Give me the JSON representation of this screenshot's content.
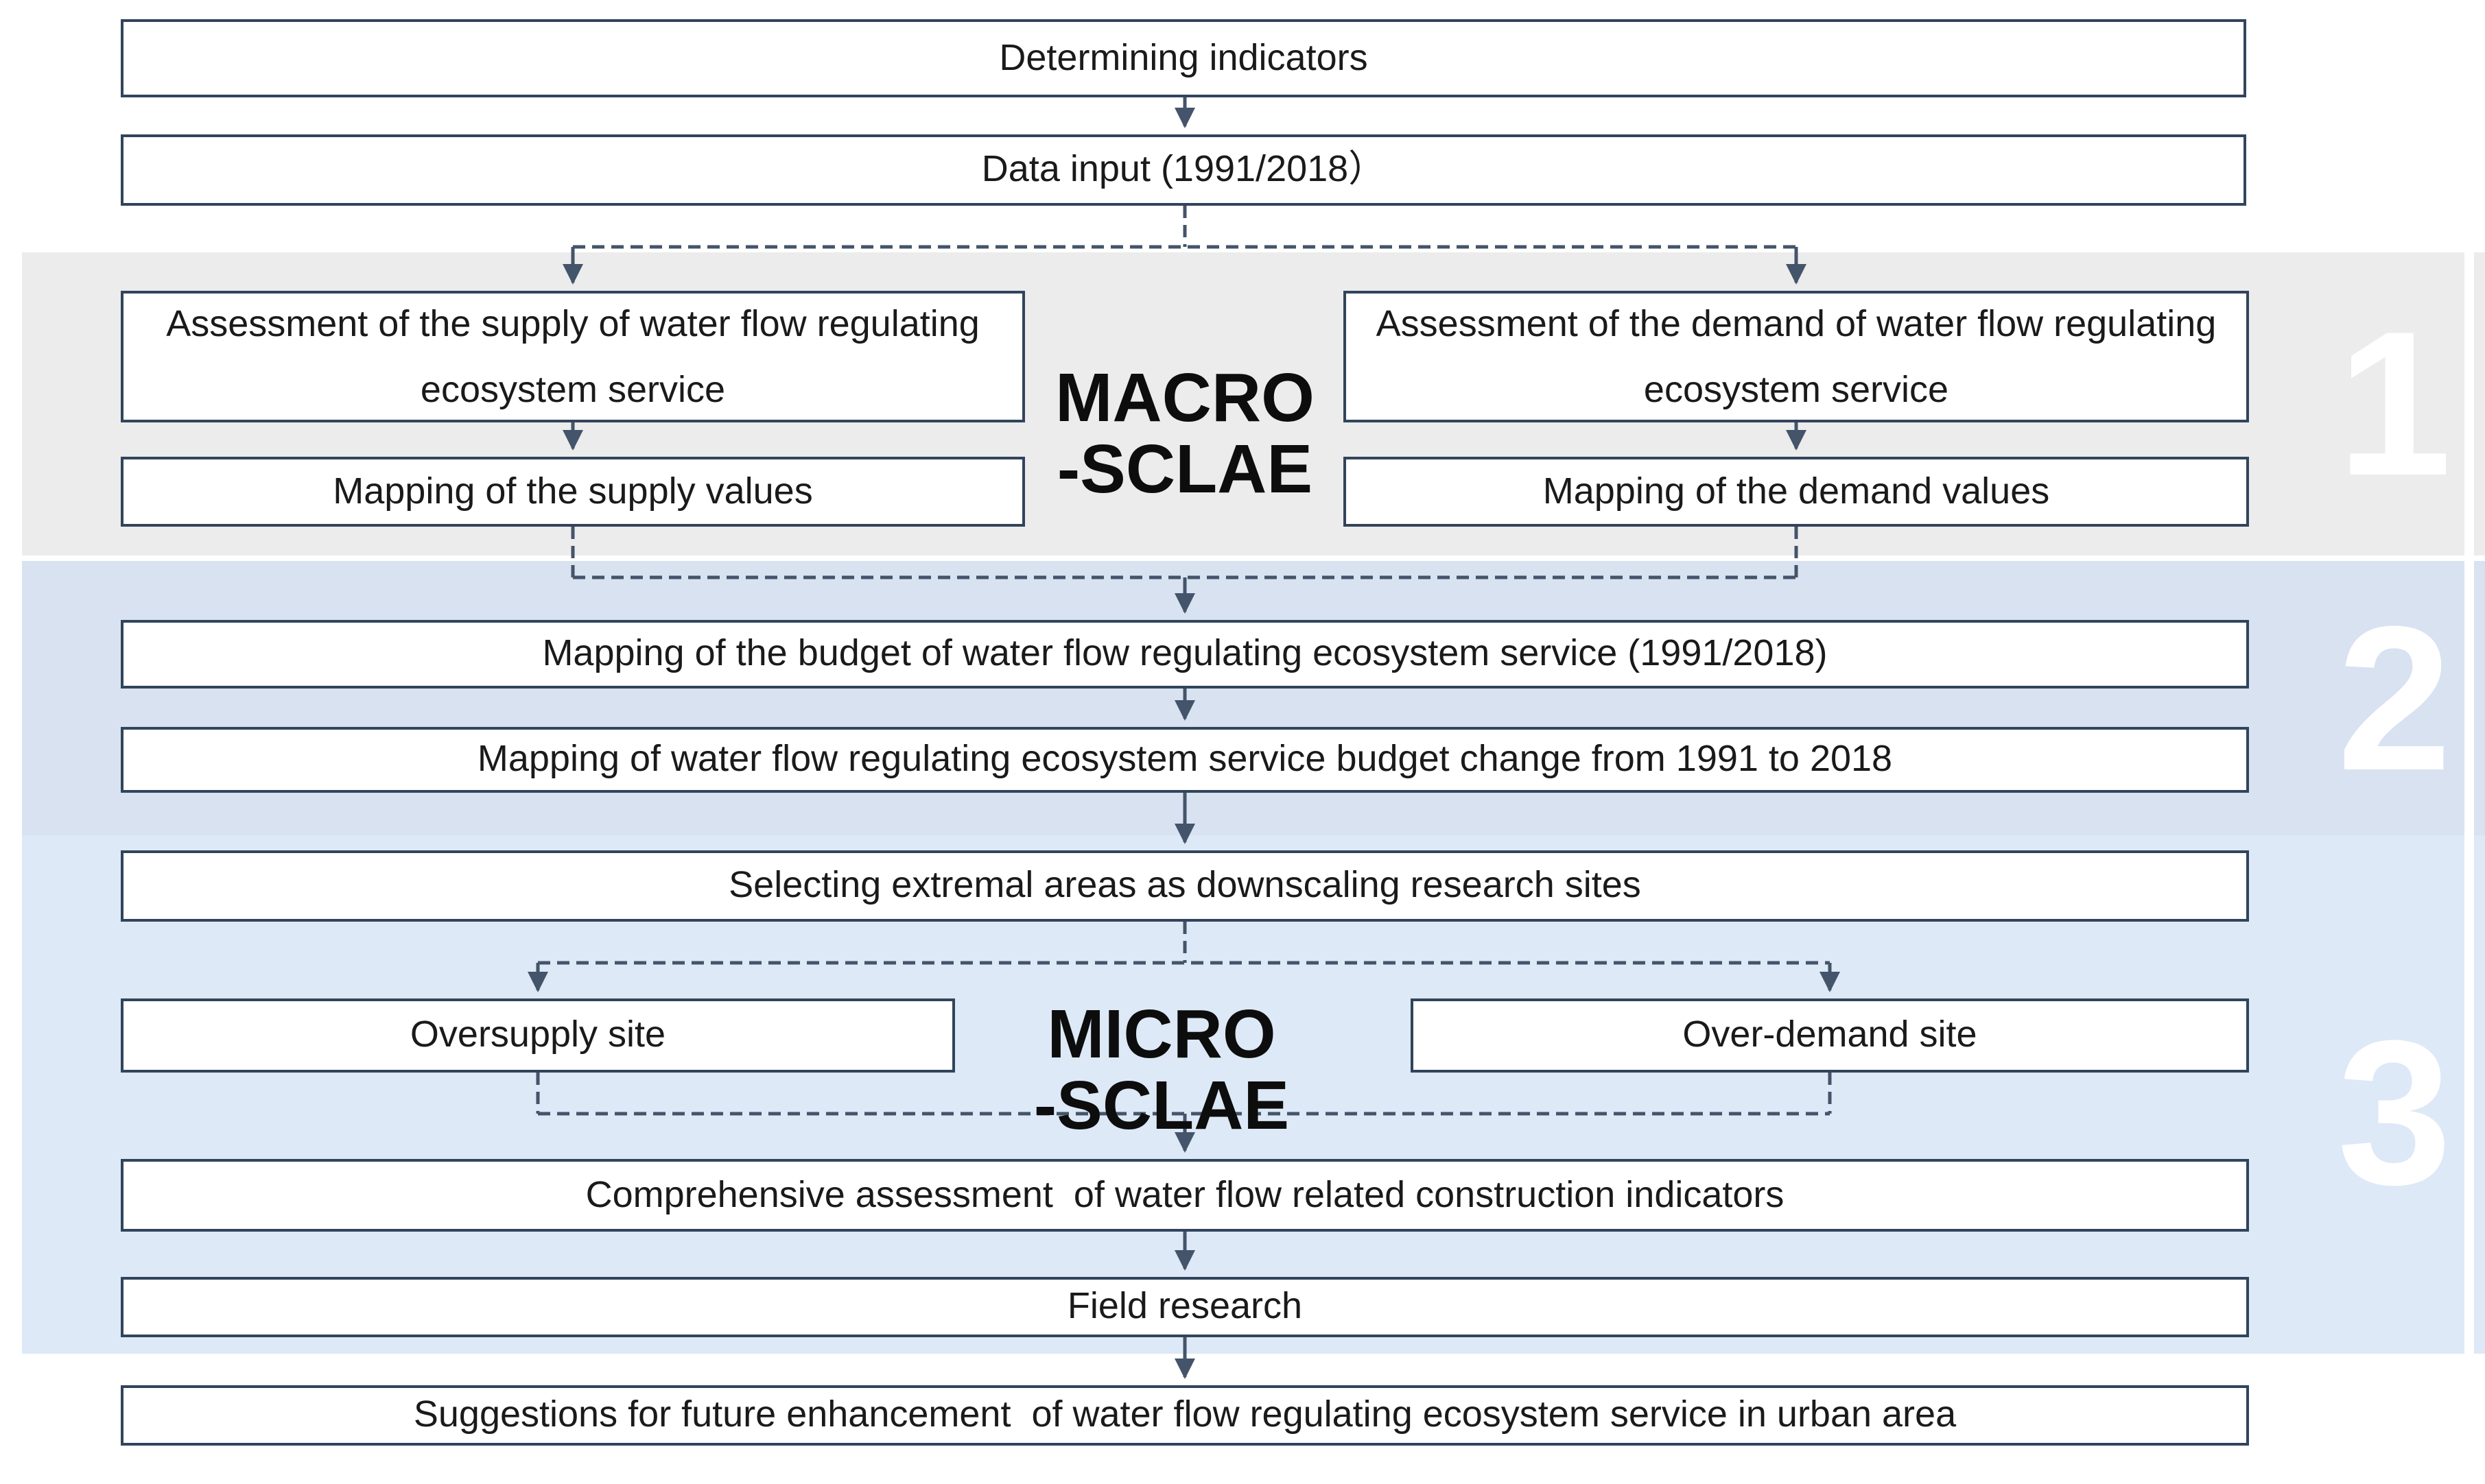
{
  "diagram_title": "Water flow regulating ecosystem service research framework",
  "flow": {
    "determining": "Determining indicators",
    "data_input": "Data input (1991/2018）",
    "supply_assessment": "Assessment of the supply of water flow regulating ecosystem service",
    "demand_assessment": "Assessment of the demand of water flow regulating ecosystem service",
    "supply_mapping": "Mapping of the supply values",
    "demand_mapping": "Mapping of the demand values",
    "budget_mapping": "Mapping of the budget of water flow regulating ecosystem service (1991/2018)",
    "budget_change_mapping": "Mapping of water flow regulating ecosystem service budget change from 1991 to 2018",
    "site_selection": "Selecting extremal areas as downscaling research sites",
    "oversupply_site": "Oversupply site",
    "overdemand_site": "Over-demand site",
    "comprehensive_assessment": "Comprehensive assessment  of water flow related construction indicators",
    "field_research": "Field research",
    "suggestions": "Suggestions for future enhancement  of water flow regulating ecosystem service in urban area"
  },
  "scale_labels": {
    "macro_line1": "MACRO",
    "macro_line2": "-SCLAE",
    "micro_line1": "MICRO",
    "micro_line2": "-SCLAE"
  },
  "stage_numbers": {
    "stage1": "1",
    "stage2": "2",
    "stage3": "3"
  },
  "colors": {
    "band1": "#ececec",
    "band2": "#d9e2f1",
    "band3": "#dde9f6",
    "box_border": "#31445c",
    "connector": "#44546a",
    "box_text": "#1a1a1a",
    "digit_color": "#ffffff",
    "label_color": "#0d0d0d"
  }
}
